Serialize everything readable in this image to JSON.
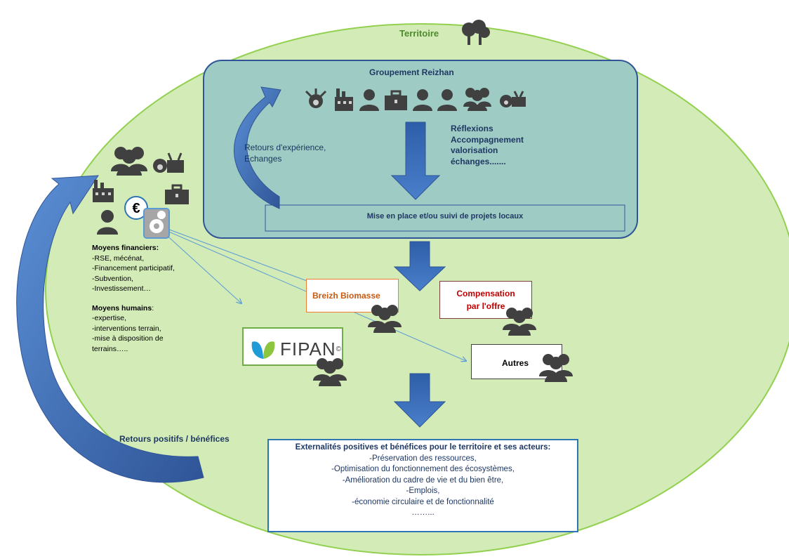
{
  "territory": {
    "title": "Territoire",
    "icon": "trees-icon",
    "fill": "#d3ebb7",
    "stroke": "#92d050"
  },
  "groupement": {
    "title": "Groupement Reizhan",
    "fill": "#9ecbc3",
    "stroke": "#2f5597",
    "actors_icons": [
      "farmer-icon",
      "factory-icon",
      "person-icon",
      "briefcase-icon",
      "person-icon",
      "person-icon",
      "group-icon",
      "farmer-icon"
    ],
    "feedback_label": "Retours d'expérience,\nEchanges",
    "reflexions_label": "Réflexions\nAccompagnement\nvalorisation\néchanges.......",
    "projects_label": "Mise en place et/ou suivi de projets locaux"
  },
  "left_actors": {
    "icons": [
      "group-icon",
      "farmer-icon",
      "factory-icon",
      "briefcase-icon",
      "person-icon",
      "euro-icon",
      "machine-icon"
    ],
    "financial_header": "Moyens financiers:",
    "financial_items": [
      "-RSE, mécénat,",
      "-Financement participatif,",
      "-Subvention,",
      "-Investissement…"
    ],
    "human_header": "Moyens humains",
    "human_header_suffix": ":",
    "human_items": [
      "-expertise,",
      "-interventions terrain,",
      "-mise à disposition de terrains….."
    ]
  },
  "projects": {
    "breizh": {
      "label": "Breizh Biomasse",
      "color": "#c55a11",
      "border": "#ed7d31"
    },
    "compensation": {
      "label": "Compensation\npar l'offre",
      "color": "#c00000",
      "border": "#7f3f3f"
    },
    "fipan": {
      "label": "FIPAN",
      "mark": "©",
      "border": "#70ad47"
    },
    "autres": {
      "label": "Autres"
    }
  },
  "retours": {
    "label": "Retours positifs / bénéfices"
  },
  "externalities": {
    "header": "Externalités positives et bénéfices pour le territoire et ses acteurs:",
    "items": [
      "-Préservation des ressources,",
      "-Optimisation du fonctionnement des écosystèmes,",
      "-Amélioration du cadre de vie et du bien être,",
      "-Emplois,",
      "-économie circulaire et de fonctionnalité",
      "……..."
    ]
  },
  "colors": {
    "arrow_blue": "#4472c4",
    "arrow_dark": "#2f5597",
    "icon_dark": "#404040"
  }
}
